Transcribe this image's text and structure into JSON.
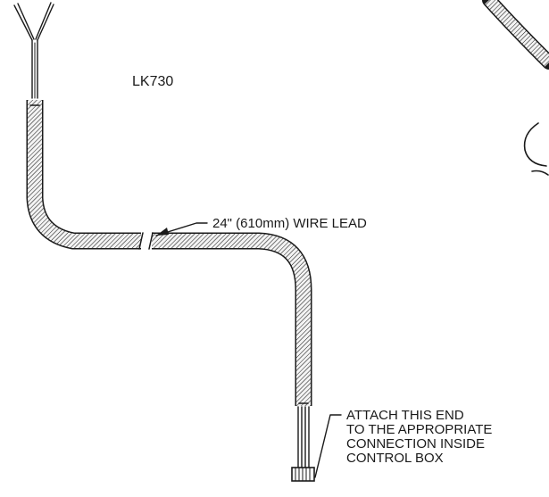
{
  "diagram": {
    "model_label": "LK730",
    "wire_lead_label": "24\" (610mm) WIRE LEAD",
    "attach_label": {
      "line1": "ATTACH THIS END",
      "line2": "TO THE APPROPRIATE",
      "line3": "CONNECTION INSIDE",
      "line4": "CONTROL BOX"
    }
  },
  "colors": {
    "ink": "#1a1a1a",
    "background": "#ffffff",
    "sleeve_fill": "#f4f4f4"
  }
}
